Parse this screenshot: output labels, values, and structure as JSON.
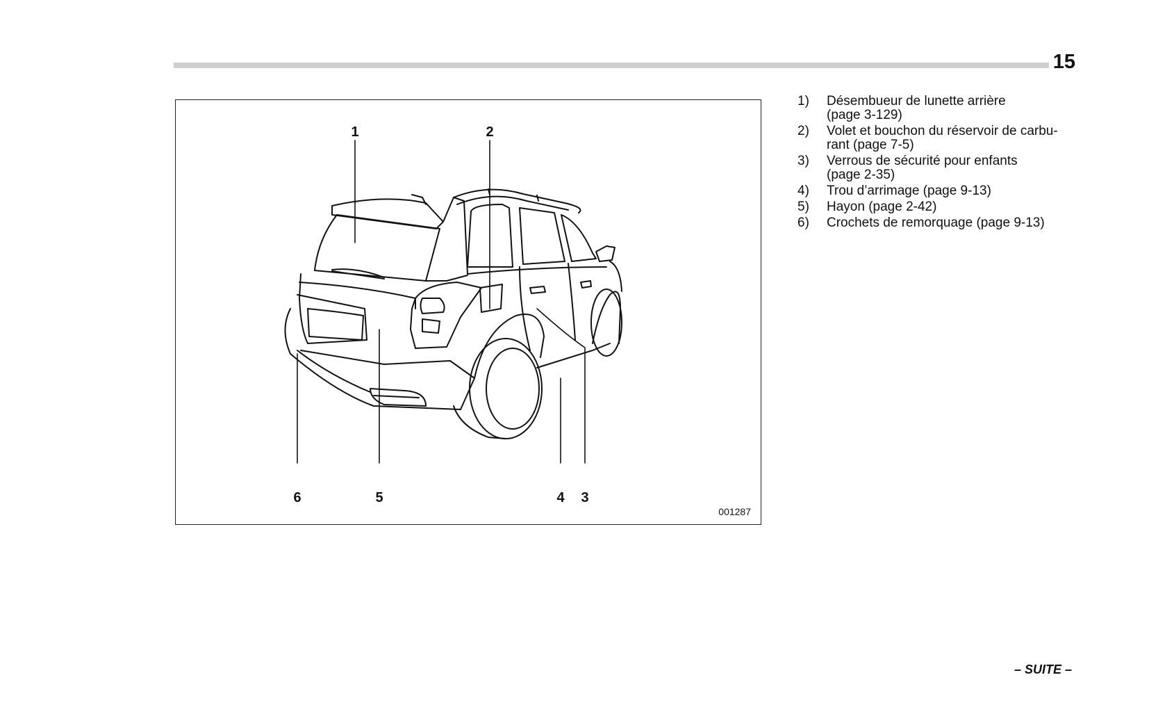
{
  "page": {
    "number": "15",
    "continued_label": "– SUITE –"
  },
  "figure": {
    "code": "001287",
    "icon": "vehicle-rear-three-quarter-illustration",
    "callouts": [
      "1",
      "2",
      "3",
      "4",
      "5",
      "6"
    ]
  },
  "legend": [
    {
      "num": "1)",
      "text": "Désembueur de lunette arrière",
      "text2": "(page 3-129)"
    },
    {
      "num": "2)",
      "text": "Volet et bouchon du réservoir de carbu-",
      "text2": "rant (page 7-5)"
    },
    {
      "num": "3)",
      "text": "Verrous de sécurité pour enfants",
      "text2": "(page 2-35)"
    },
    {
      "num": "4)",
      "text": "Trou d’arrimage (page 9-13)",
      "text2": ""
    },
    {
      "num": "5)",
      "text": "Hayon (page 2-42)",
      "text2": ""
    },
    {
      "num": "6)",
      "text": "Crochets de remorquage (page 9-13)",
      "text2": ""
    }
  ]
}
